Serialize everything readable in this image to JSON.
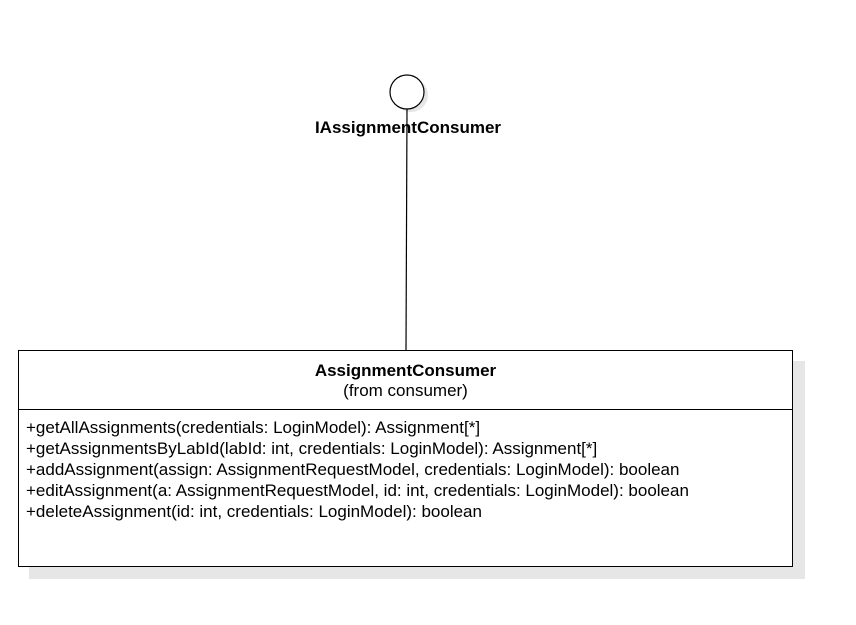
{
  "interface": {
    "name": "IAssignmentConsumer"
  },
  "class": {
    "name": "AssignmentConsumer",
    "package": "(from consumer)",
    "operations": [
      "+getAllAssignments(credentials: LoginModel): Assignment[*]",
      "+getAssignmentsByLabId(labId: int, credentials: LoginModel): Assignment[*]",
      "+addAssignment(assign: AssignmentRequestModel, credentials: LoginModel): boolean",
      "+editAssignment(a: AssignmentRequestModel, id: int, credentials: LoginModel): boolean",
      "+deleteAssignment(id: int, credentials: LoginModel): boolean"
    ]
  },
  "colors": {
    "stroke": "#000000",
    "shadow": "#e6e6e6",
    "fill": "#ffffff"
  }
}
